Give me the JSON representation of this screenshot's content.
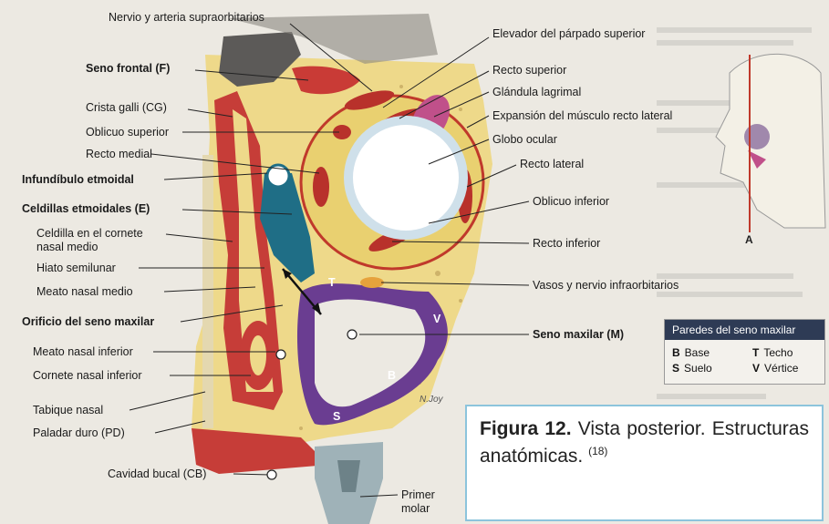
{
  "labels": {
    "supraorbital": "Nervio y arteria supraorbitarios",
    "levator": "Elevador del párpado superior",
    "frontal_sinus": "Seno frontal (F)",
    "superior_rectus": "Recto superior",
    "crista_galli": "Crista galli (CG)",
    "lacrimal_gland": "Glándula lagrimal",
    "superior_oblique": "Oblicuo superior",
    "lateral_expansion": "Expansión del músculo recto lateral",
    "medial_rectus": "Recto medial",
    "eyeball": "Globo ocular",
    "ethmoid_infundibulum": "Infundíbulo etmoidal",
    "lateral_rectus": "Recto lateral",
    "ethmoid_cells": "Celdillas etmoidales (E)",
    "inferior_oblique": "Oblicuo inferior",
    "middle_turbinate_cell_1": "Celdilla en el cornete",
    "middle_turbinate_cell_2": "nasal medio",
    "inferior_rectus": "Recto inferior",
    "semilunar_hiatus": "Hiato semilunar",
    "middle_meatus": "Meato nasal medio",
    "infraorbital": "Vasos y nervio infraorbitarios",
    "maxillary_ostium": "Orificio del seno maxilar",
    "maxillary_sinus": "Seno maxilar (M)",
    "inferior_meatus": "Meato nasal inferior",
    "inferior_turbinate": "Cornete nasal inferior",
    "nasal_septum": "Tabique nasal",
    "hard_palate": "Paladar duro (PD)",
    "oral_cavity": "Cavidad bucal (CB)",
    "first_molar_1": "Primer",
    "first_molar_2": "molar",
    "axis_a": "A",
    "letter_t": "T",
    "letter_v": "V",
    "letter_b": "B",
    "letter_s": "S"
  },
  "legend": {
    "title": "Paredes del seno maxilar",
    "items": [
      {
        "key": "B",
        "text": "Base"
      },
      {
        "key": "T",
        "text": "Techo"
      },
      {
        "key": "S",
        "text": "Suelo"
      },
      {
        "key": "V",
        "text": "Vértice"
      }
    ]
  },
  "caption": {
    "figure": "Figura 12.",
    "text": "Vista posterior. Estructuras anatómicas.",
    "ref": "(18)"
  },
  "signature": "N.Joy",
  "colors": {
    "bone": "#eed98a",
    "muscle": "#c0392b",
    "mucosa": "#d9534f",
    "sinus_purple": "#6a3d91",
    "ethmoid_teal": "#1f6e86",
    "eyeball": "#ffffff",
    "dark_gray": "#5c5a58",
    "page": "#ece9e2"
  }
}
